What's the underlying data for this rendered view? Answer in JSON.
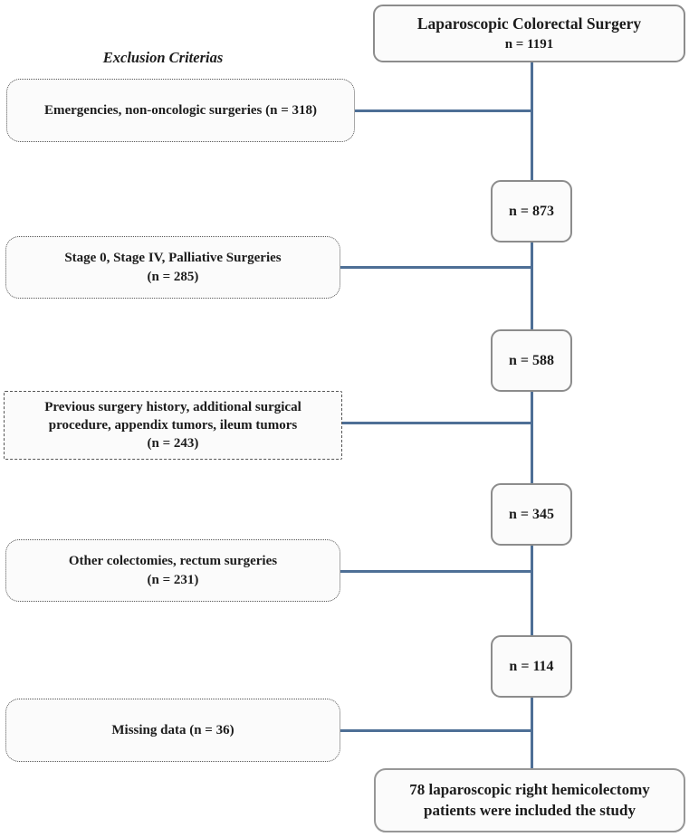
{
  "diagram": {
    "heading": "Exclusion Criterias",
    "top_box": {
      "title": "Laparoscopic Colorectal Surgery",
      "count": "n = 1191"
    },
    "exclusions": [
      {
        "lines": [
          "Emergencies, non-oncologic surgeries (n = 318)"
        ]
      },
      {
        "lines": [
          "Stage 0, Stage IV, Palliative Surgeries",
          "(n = 285)"
        ]
      },
      {
        "lines": [
          "Previous surgery history, additional surgical",
          "procedure, appendix tumors, ileum tumors",
          "(n = 243)"
        ]
      },
      {
        "lines": [
          "Other colectomies, rectum surgeries",
          "(n = 231)"
        ]
      },
      {
        "lines": [
          "Missing data (n = 36)"
        ]
      }
    ],
    "counts": [
      "n = 873",
      "n = 588",
      "n = 345",
      "n = 114"
    ],
    "final_box": {
      "lines": [
        "78 laparoscopic right hemicolectomy",
        "patients were included the study"
      ]
    },
    "colors": {
      "connector": "#4e6f96",
      "solid_border": "#8c8c8c",
      "dotted_border": "#555555",
      "box_fill": "#fbfbfb",
      "text": "#1c1c1c"
    }
  }
}
